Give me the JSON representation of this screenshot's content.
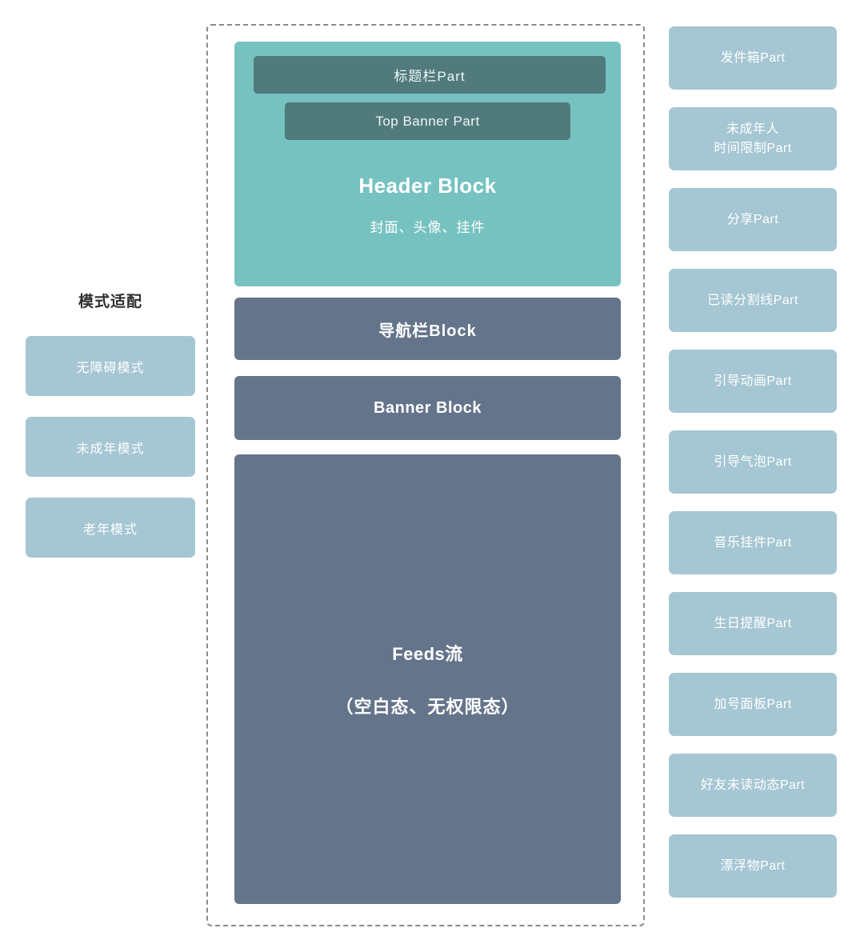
{
  "mode_column": {
    "title": "模式适配",
    "cards": [
      {
        "label": "无障碍模式"
      },
      {
        "label": "未成年模式"
      },
      {
        "label": "老年模式"
      }
    ]
  },
  "page_frame": {
    "header_block": {
      "title_bar_part": "标题栏Part",
      "top_banner_part": "Top Banner Part",
      "title": "Header Block",
      "subtitle": "封面、头像、挂件"
    },
    "nav_block": {
      "title": "导航栏Block"
    },
    "banner_block": {
      "title": "Banner Block"
    },
    "feeds_block": {
      "title": "Feeds流",
      "subtitle": "（空白态、无权限态）"
    }
  },
  "parts_column": {
    "cards": [
      {
        "label": "发件箱Part"
      },
      {
        "label": "未成年人\n时间限制Part"
      },
      {
        "label": "分享Part"
      },
      {
        "label": "已读分割线Part"
      },
      {
        "label": "引导动画Part"
      },
      {
        "label": "引导气泡Part"
      },
      {
        "label": "音乐挂件Part"
      },
      {
        "label": "生日提醒Part"
      },
      {
        "label": "加号面板Part"
      },
      {
        "label": "好友未读动态Part"
      },
      {
        "label": "漂浮物Part"
      }
    ]
  },
  "colors": {
    "teal_header": "#76c2c0",
    "teal_inner_bar": "#517a7c",
    "slate_block": "#64748b",
    "light_blue_card": "#a5c6d3",
    "dashed_border": "#8a8a8a",
    "background": "#ffffff",
    "title_text": "#2f2f2f"
  }
}
